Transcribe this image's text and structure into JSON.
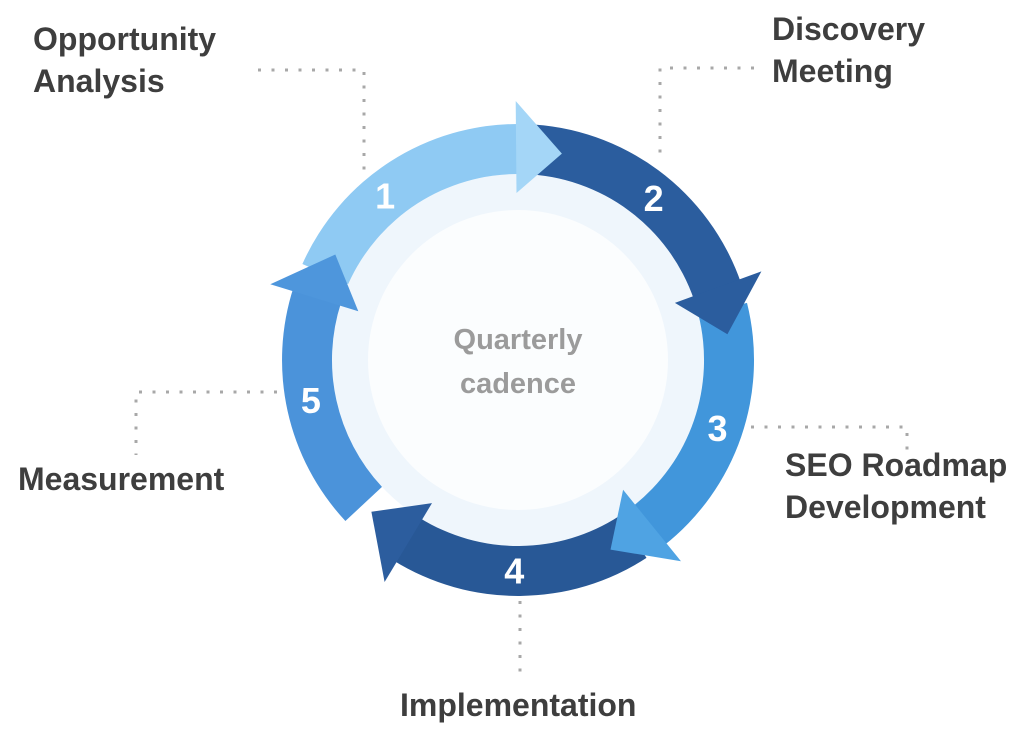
{
  "diagram": {
    "type": "cycle",
    "direction": "clockwise",
    "center_text": "Quarterly\ncadence",
    "center_text_color": "#9b9b9b",
    "label_color": "#3e3e3e",
    "number_color": "#ffffff",
    "connector_color": "#a8a8a8",
    "inner_ring_color": "#eff6fc",
    "inner_circle_color": "#fbfdfe",
    "steps": [
      {
        "number": "1",
        "label": "Opportunity\nAnalysis",
        "color": "#8fcaf3",
        "arrow_color": "#a4d6f7",
        "band_start": 294,
        "band_end": 359.5,
        "tip": 372,
        "label_angle": 321
      },
      {
        "number": "2",
        "label": "Discovery\nMeeting",
        "color": "#2b5d9e",
        "arrow_color": "#2b5d9e",
        "band_start": 2,
        "band_end": 70,
        "tip": 83,
        "label_angle": 40
      },
      {
        "number": "3",
        "label": "SEO Roadmap\nDevelopment",
        "color": "#4196db",
        "arrow_color": "#4fa3e3",
        "band_start": 76,
        "band_end": 141,
        "tip": 154,
        "label_angle": 109
      },
      {
        "number": "4",
        "label": "Implementation",
        "color": "#285896",
        "arrow_color": "#2c5d9e",
        "band_start": 147,
        "band_end": 211,
        "tip": 224,
        "label_angle": 181
      },
      {
        "number": "5",
        "label": "Measurement",
        "color": "#4b93da",
        "arrow_color": "#4e96dc",
        "band_start": 227,
        "band_end": 287,
        "tip": 300,
        "label_angle": 259
      }
    ]
  }
}
